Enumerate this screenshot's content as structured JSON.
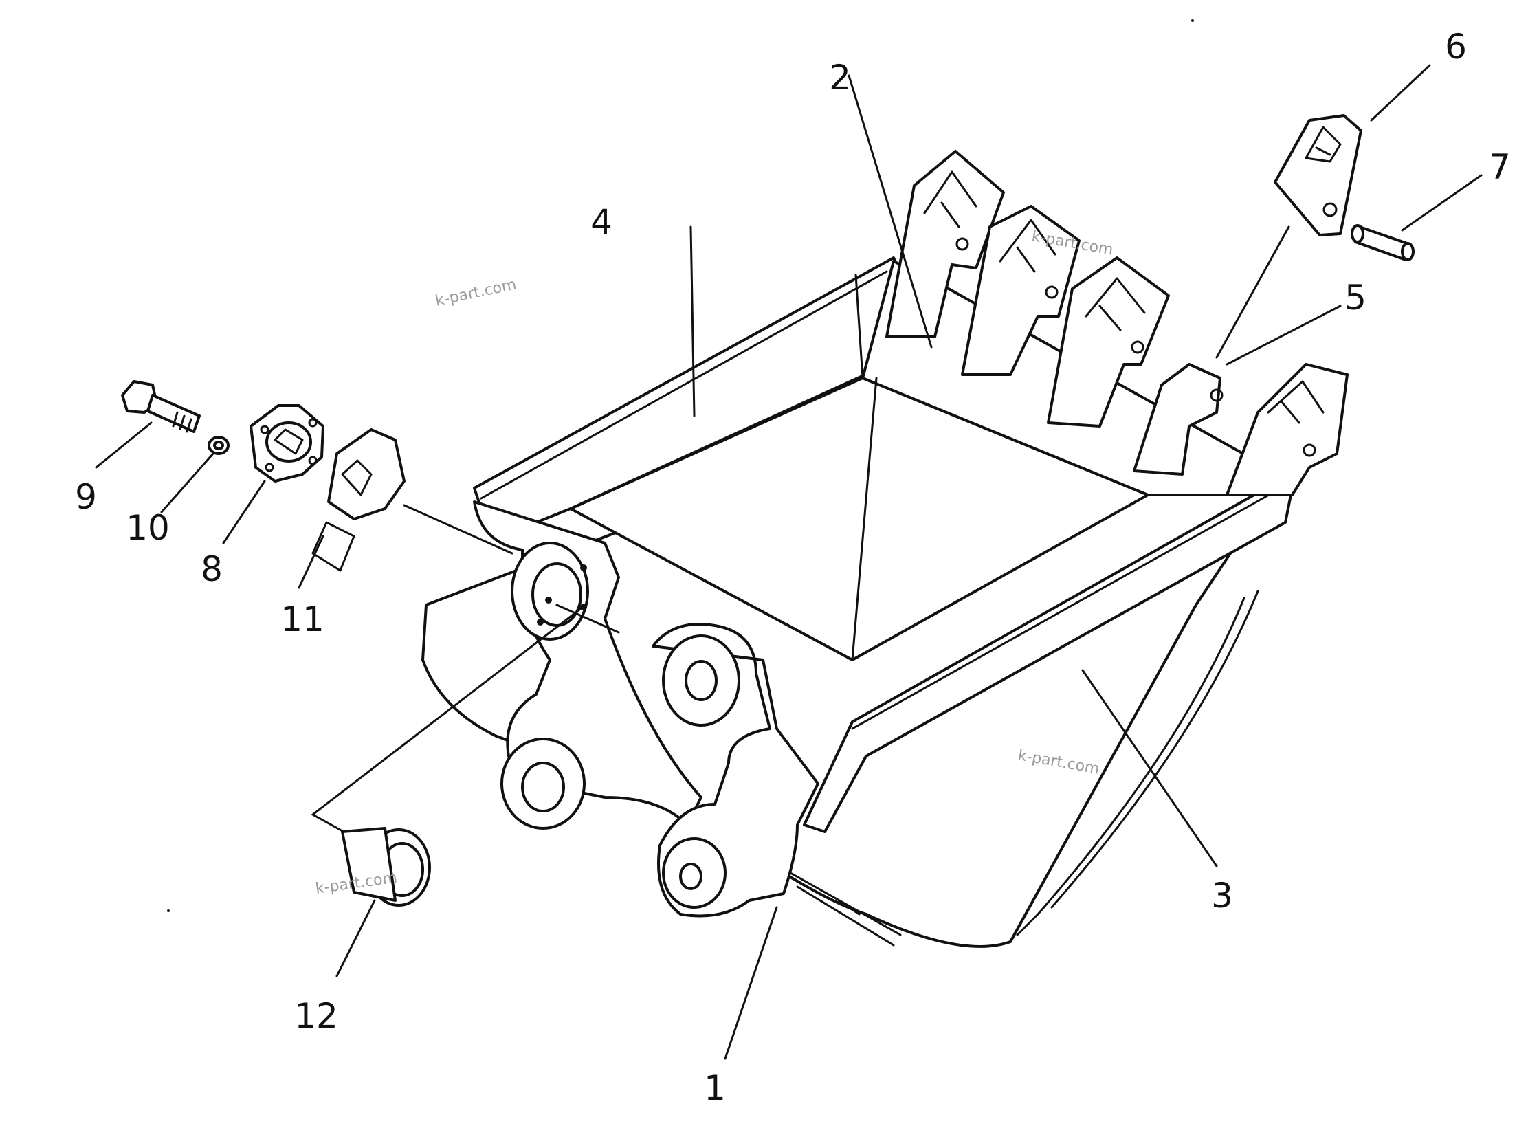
{
  "callouts": {
    "c1": "1",
    "c2": "2",
    "c3": "3",
    "c4": "4",
    "c5": "5",
    "c6": "6",
    "c7": "7",
    "c8": "8",
    "c9": "9",
    "c10": "10",
    "c11": "11",
    "c12": "12"
  },
  "watermarks": [
    "k-part.com",
    "k-part.com",
    "k-part.com",
    "k-part.com"
  ]
}
